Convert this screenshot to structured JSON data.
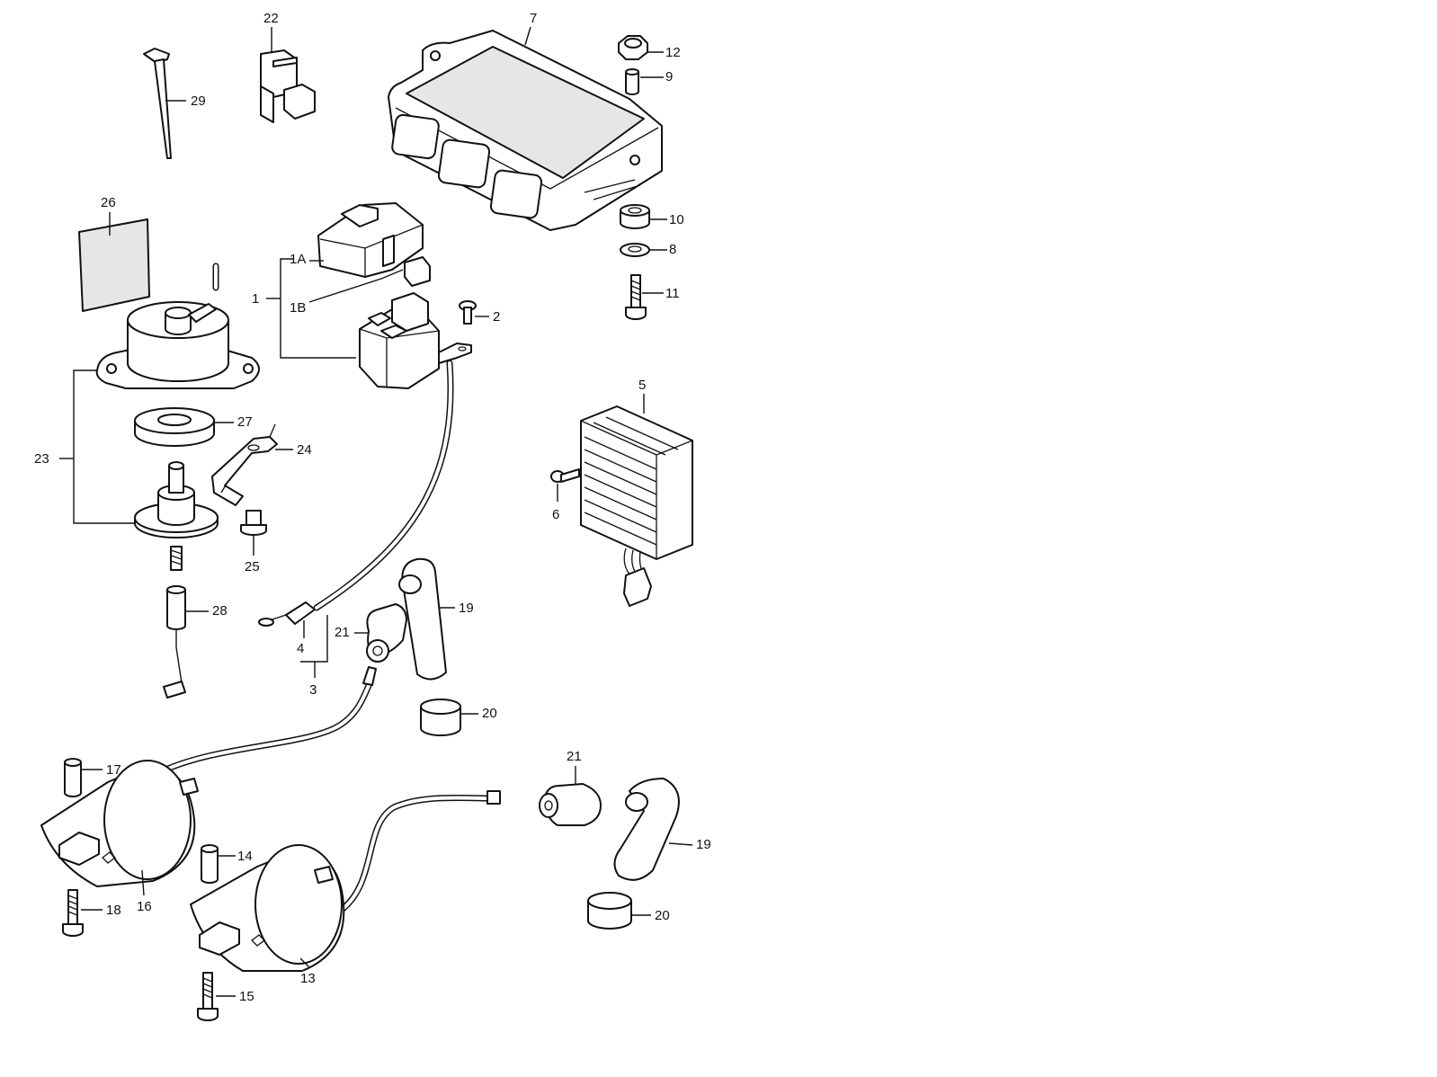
{
  "callouts": {
    "c1": "1",
    "c1A": "1A",
    "c1B": "1B",
    "c2": "2",
    "c3": "3",
    "c4": "4",
    "c5": "5",
    "c6": "6",
    "c7": "7",
    "c8": "8",
    "c9": "9",
    "c10": "10",
    "c11": "11",
    "c12": "12",
    "c13": "13",
    "c14": "14",
    "c15": "15",
    "c16": "16",
    "c17": "17",
    "c18": "18",
    "c19a": "19",
    "c19b": "19",
    "c20a": "20",
    "c20b": "20",
    "c21a": "21",
    "c21b": "21",
    "c22": "22",
    "c23": "23",
    "c24": "24",
    "c25": "25",
    "c26": "26",
    "c27": "27",
    "c28": "28",
    "c29": "29"
  }
}
